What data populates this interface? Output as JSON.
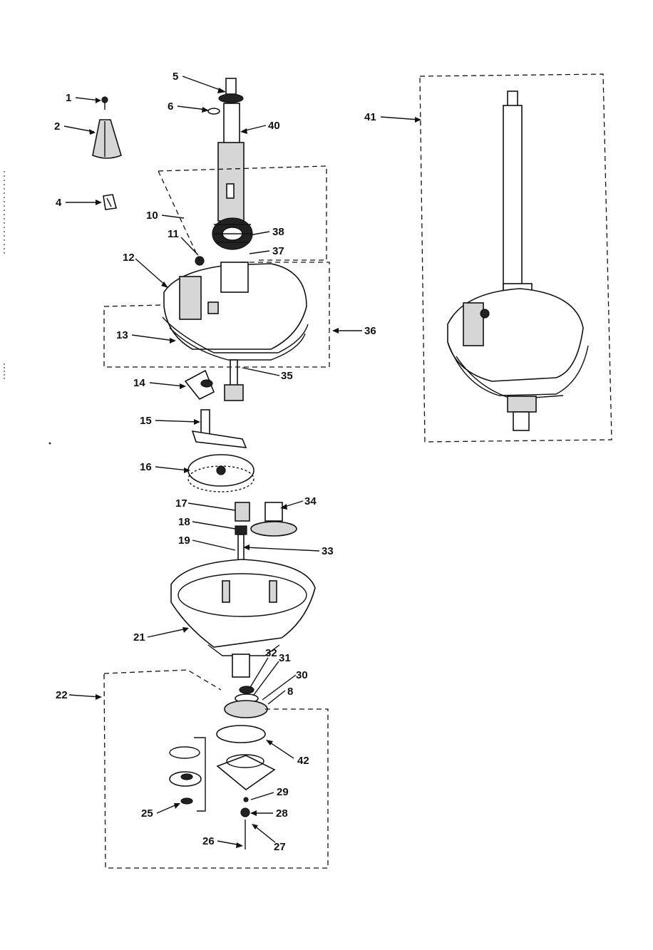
{
  "diagram": {
    "callouts": [
      {
        "id": "c1",
        "text": "1"
      },
      {
        "id": "c2",
        "text": "2"
      },
      {
        "id": "c4",
        "text": "4"
      },
      {
        "id": "c5",
        "text": "5"
      },
      {
        "id": "c6",
        "text": "6"
      },
      {
        "id": "c40",
        "text": "40"
      },
      {
        "id": "c41",
        "text": "41"
      },
      {
        "id": "c10",
        "text": "10"
      },
      {
        "id": "c11",
        "text": "11"
      },
      {
        "id": "c12",
        "text": "12"
      },
      {
        "id": "c38",
        "text": "38"
      },
      {
        "id": "c37",
        "text": "37"
      },
      {
        "id": "c13",
        "text": "13"
      },
      {
        "id": "c36",
        "text": "36"
      },
      {
        "id": "c35",
        "text": "35"
      },
      {
        "id": "c14",
        "text": "14"
      },
      {
        "id": "c15",
        "text": "15"
      },
      {
        "id": "c16",
        "text": "16"
      },
      {
        "id": "c17",
        "text": "17"
      },
      {
        "id": "c34",
        "text": "34"
      },
      {
        "id": "c18",
        "text": "18"
      },
      {
        "id": "c19",
        "text": "19"
      },
      {
        "id": "c33",
        "text": "33"
      },
      {
        "id": "c21",
        "text": "21"
      },
      {
        "id": "c32",
        "text": "32"
      },
      {
        "id": "c31",
        "text": "31"
      },
      {
        "id": "c30",
        "text": "30"
      },
      {
        "id": "c22",
        "text": "22"
      },
      {
        "id": "c8",
        "text": "8"
      },
      {
        "id": "c42",
        "text": "42"
      },
      {
        "id": "c29",
        "text": "29"
      },
      {
        "id": "c28",
        "text": "28"
      },
      {
        "id": "c25",
        "text": "25"
      },
      {
        "id": "c26",
        "text": "26"
      },
      {
        "id": "c27",
        "text": "27"
      }
    ]
  }
}
